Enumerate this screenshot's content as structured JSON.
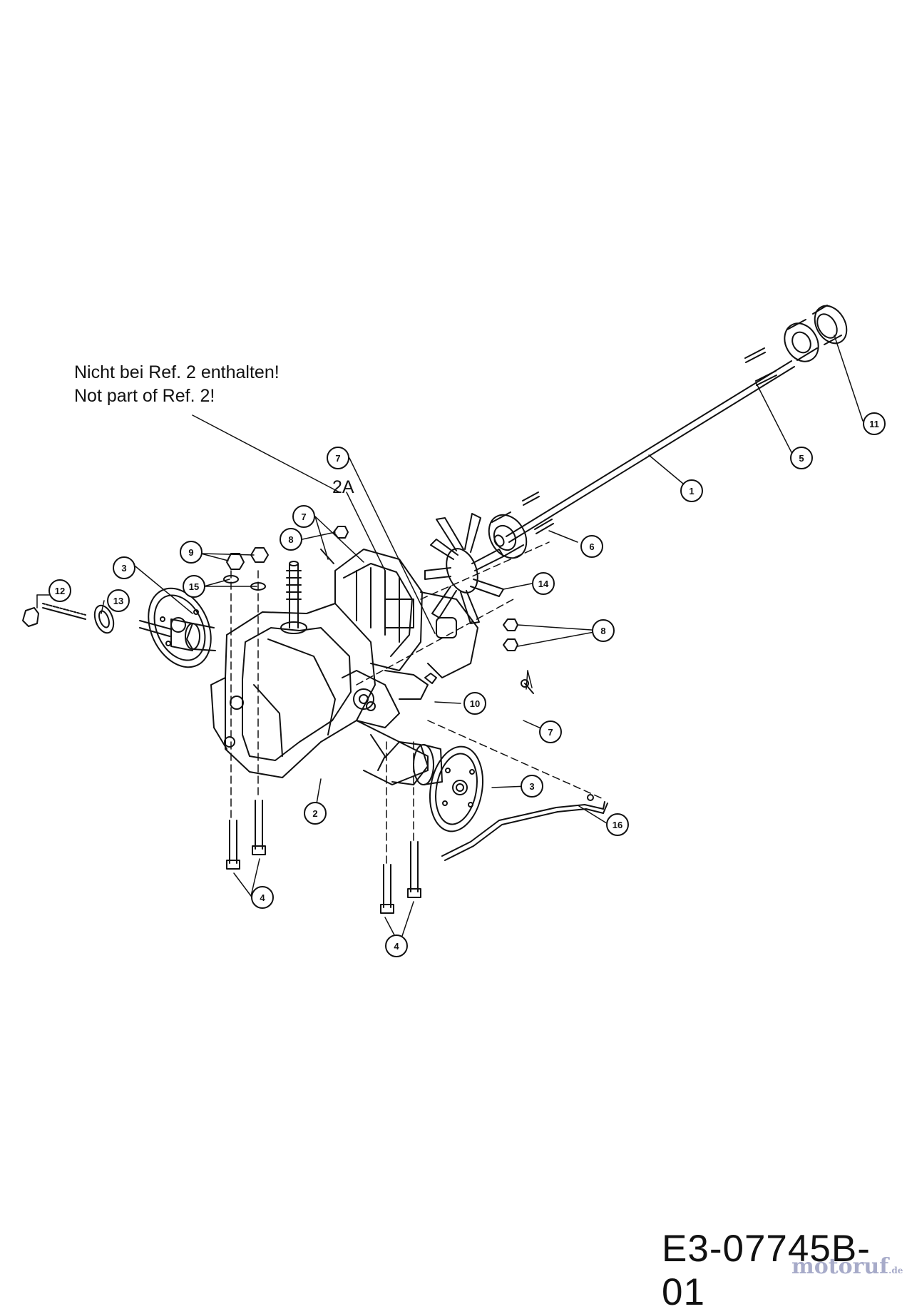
{
  "note": {
    "line1": "Nicht bei Ref. 2 enthalten!",
    "line2": "Not part of Ref. 2!"
  },
  "label_2a": "2A",
  "diagram_code": "E3-07745B-01",
  "watermark": {
    "text": "motoruf",
    "suffix": ".de"
  },
  "callouts": {
    "c1": "1",
    "c2": "2",
    "c3a": "3",
    "c3b": "3",
    "c4a": "4",
    "c4b": "4",
    "c5": "5",
    "c6": "6",
    "c7a": "7",
    "c7b": "7",
    "c7c": "7",
    "c8a": "8",
    "c8b": "8",
    "c9": "9",
    "c10": "10",
    "c11": "11",
    "c12": "12",
    "c13": "13",
    "c14": "14",
    "c15": "15",
    "c16": "16"
  },
  "colors": {
    "line": "#111111",
    "background": "#ffffff",
    "watermark": "#8a8fb8"
  }
}
